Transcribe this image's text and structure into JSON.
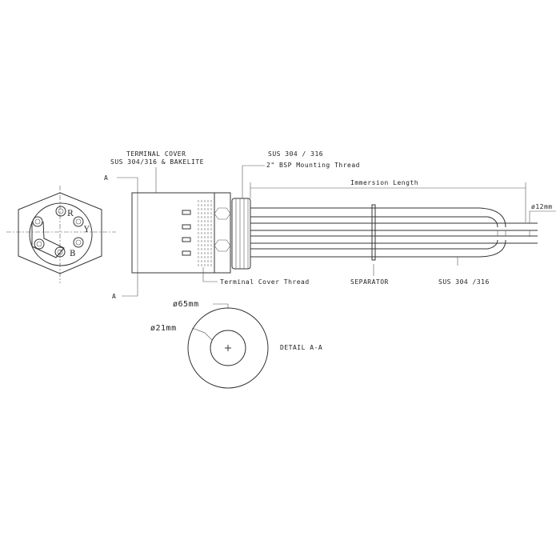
{
  "labels": {
    "terminal_cover": "TERMINAL COVER",
    "terminal_cover_material": "SUS 304/316 & BAKELITE",
    "flange_material": "SUS 304 / 316",
    "mounting_thread": "2\" BSP Mounting Thread",
    "immersion_length": "Immersion Length",
    "tube_diameter": "ø12mm",
    "terminal_cover_thread": "Terminal Cover Thread",
    "separator": "SEPARATOR",
    "tube_material": "SUS 304 /316",
    "section_top": "A",
    "section_bottom": "A",
    "outer_diameter": "ø65mm",
    "inner_diameter": "ø21mm",
    "detail": "DETAIL A-A"
  },
  "phases": {
    "r": "R",
    "y": "Y",
    "b": "B"
  }
}
